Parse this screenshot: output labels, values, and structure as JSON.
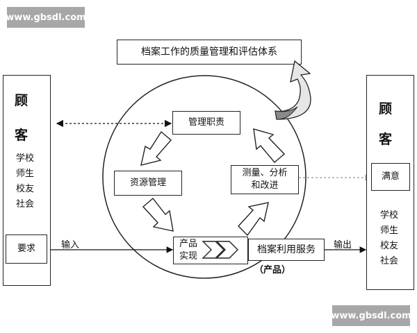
{
  "watermark": {
    "top": "www.gbsdl.com",
    "bottom": "www.gbsdl.com"
  },
  "title": "档案工作的质量管理和评估体系",
  "left_customer": {
    "heading": [
      "顾",
      "客"
    ],
    "groups": [
      "学校",
      "师生",
      "校友",
      "社会"
    ],
    "requirement": "要求"
  },
  "right_customer": {
    "heading": [
      "顾",
      "客"
    ],
    "satisfaction": "满意",
    "groups": [
      "学校",
      "师生",
      "校友",
      "社会"
    ]
  },
  "cycle": {
    "management_responsibility": "管理职责",
    "resource_management": "资源管理",
    "product_realization": [
      "产品",
      "实现"
    ],
    "measurement": [
      "测量、分析",
      "和改进"
    ]
  },
  "output_box": "档案利用服务",
  "product_note": "（产品）",
  "flow_labels": {
    "input": "输入",
    "output": "输出"
  }
}
